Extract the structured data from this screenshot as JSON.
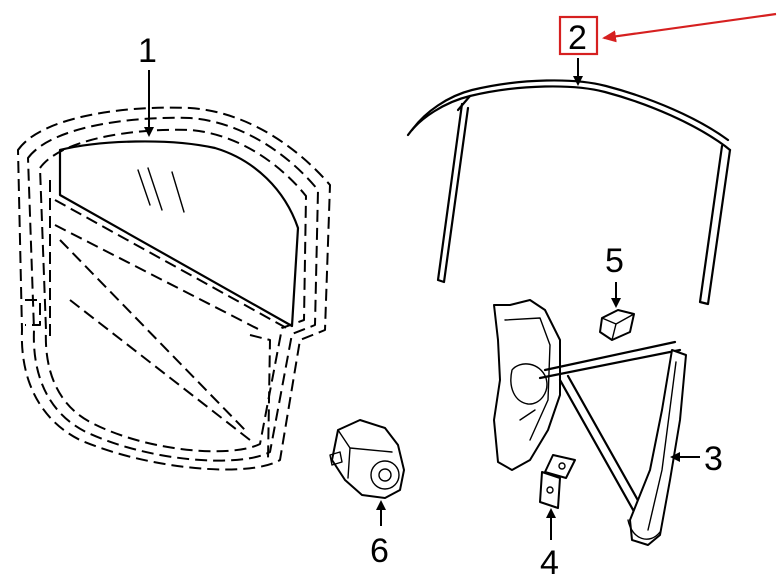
{
  "diagram": {
    "callouts": [
      {
        "id": "1",
        "label": "1"
      },
      {
        "id": "2",
        "label": "2"
      },
      {
        "id": "3",
        "label": "3"
      },
      {
        "id": "4",
        "label": "4"
      },
      {
        "id": "5",
        "label": "5"
      },
      {
        "id": "6",
        "label": "6"
      }
    ],
    "highlight_color": "#d62020",
    "line_color": "#000000"
  }
}
